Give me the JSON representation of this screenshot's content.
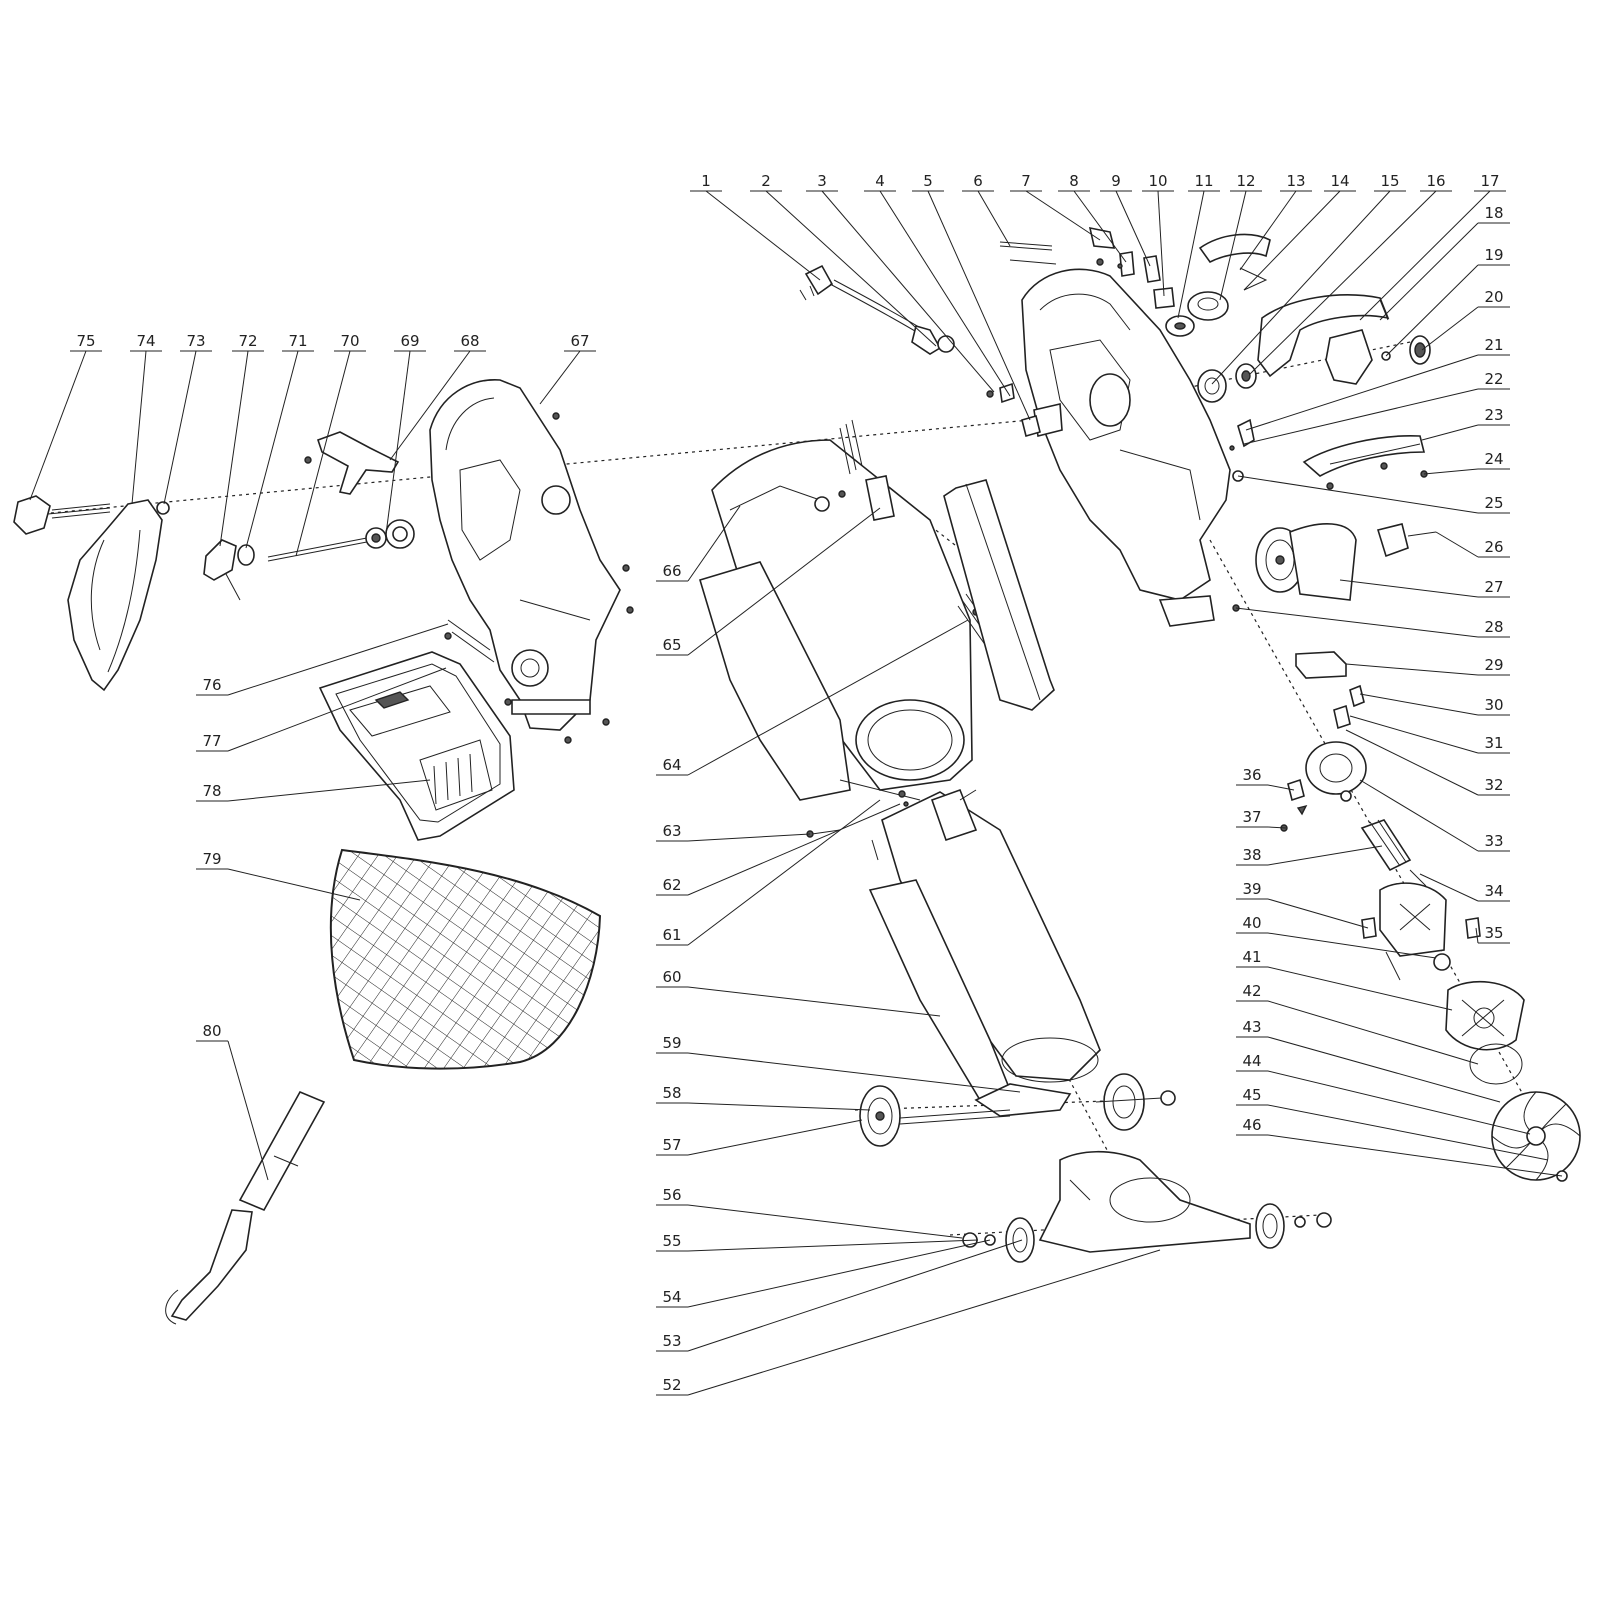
{
  "labels": [
    "1",
    "2",
    "3",
    "4",
    "5",
    "6",
    "7",
    "8",
    "9",
    "10",
    "11",
    "12",
    "13",
    "14",
    "15",
    "16",
    "17",
    "18",
    "19",
    "20",
    "21",
    "22",
    "23",
    "24",
    "25",
    "26",
    "27",
    "28",
    "29",
    "30",
    "31",
    "32",
    "33",
    "34",
    "35",
    "36",
    "37",
    "38",
    "39",
    "40",
    "41",
    "42",
    "43",
    "44",
    "45",
    "46",
    "52",
    "53",
    "54",
    "55",
    "56",
    "57",
    "58",
    "59",
    "60",
    "61",
    "62",
    "63",
    "64",
    "65",
    "66",
    "67",
    "68",
    "69",
    "70",
    "71",
    "72",
    "73",
    "74",
    "75",
    "76",
    "77",
    "78",
    "79",
    "80"
  ]
}
